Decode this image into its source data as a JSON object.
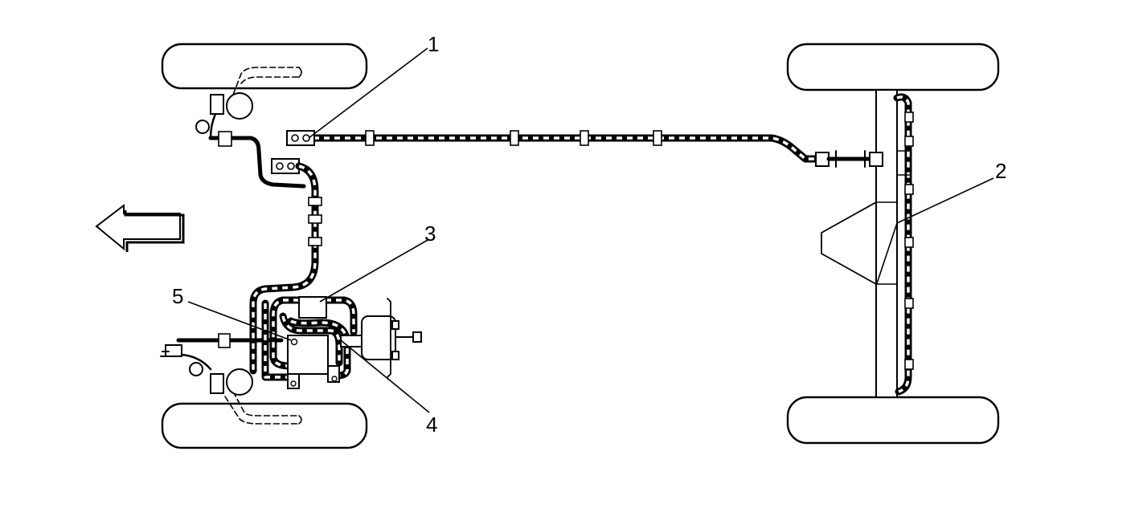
{
  "callouts": [
    "1",
    "2",
    "3",
    "4",
    "5"
  ]
}
